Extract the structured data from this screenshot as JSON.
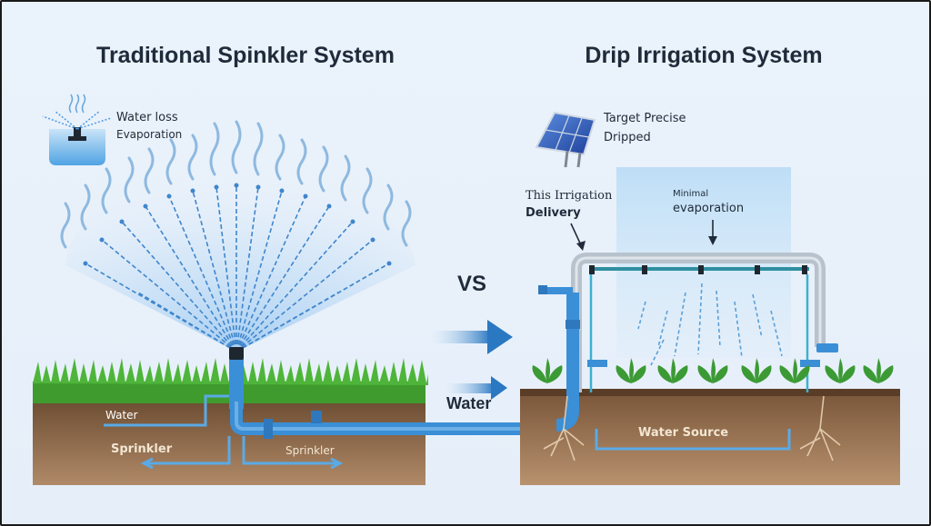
{
  "left_panel": {
    "title": "Traditional Spinkler System",
    "icon_label_1": "Water loss",
    "icon_label_2": "Evaporation",
    "soil_water_label": "Water",
    "soil_sprinkler_left": "Sprinkler",
    "soil_sprinkler_right": "Sprinkler"
  },
  "center": {
    "vs_label": "VS",
    "water_label": "Water"
  },
  "right_panel": {
    "title": "Drip Irrigation System",
    "solar_label_1": "Target Precise",
    "solar_label_2": "Dripped",
    "pipe_label_1": "This Irrigation",
    "pipe_label_2": "Delivery",
    "minimal_label_1": "Minimal",
    "minimal_label_2": "evaporation",
    "soil_label": "Water Source"
  },
  "colors": {
    "pipe_blue": "#3b8fd6",
    "spray_blue": "#4d9be6",
    "soil_brown": "#7a5a3e",
    "grass_green": "#3f9b2e",
    "plant_green": "#3c9a35",
    "frame_pipe_gray": "#b8c2cc"
  }
}
